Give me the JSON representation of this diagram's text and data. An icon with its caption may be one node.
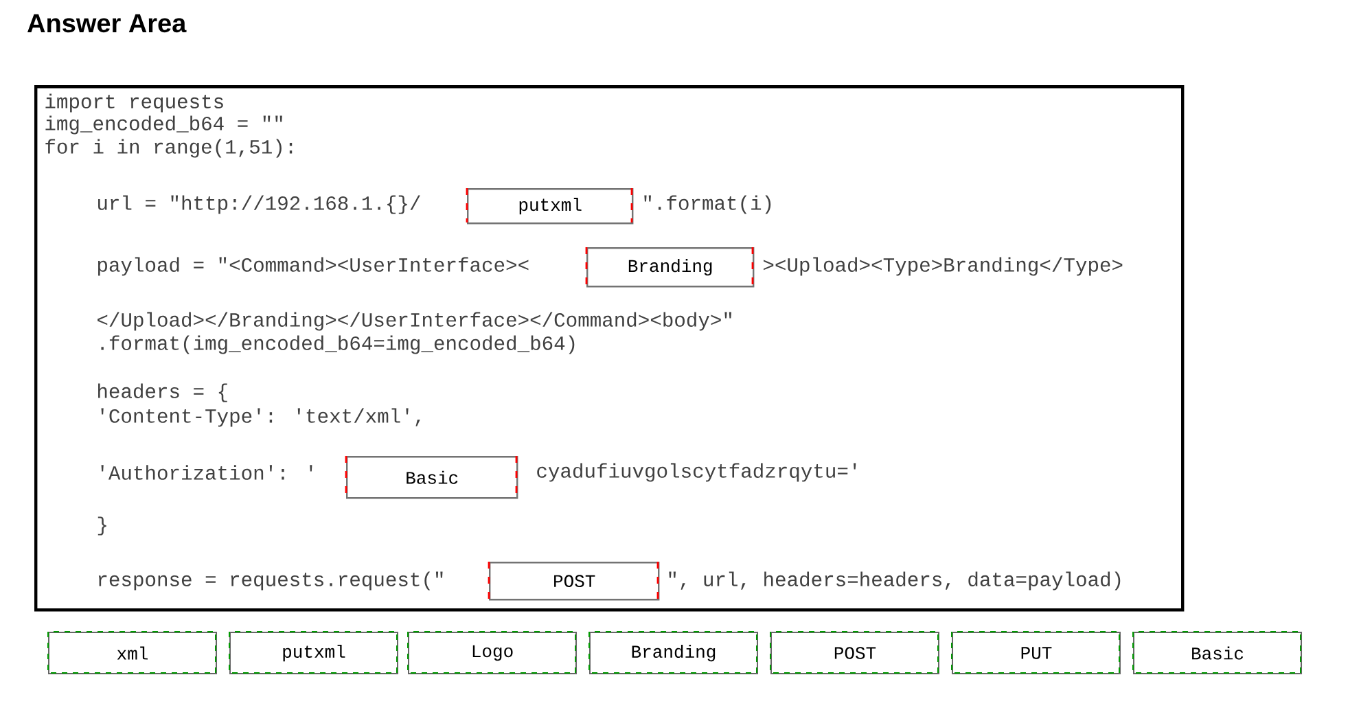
{
  "diagram": {
    "title": "Answer Area",
    "nodes": [
      {
        "text": [
          "import requests",
          "img_encoded_b64 = \"\"",
          "for i in range(1,51):",
          "url = \"http://192.168.1.{}/",
          "\".format(i)",
          "payload = \"<Command><UserInterface><",
          "><Upload><Type>Branding</Type>",
          "</Upload></Branding></UserInterface></Command><body>\"",
          ".format(img_encoded_b64=img_encoded_b64)",
          "headers = {",
          "'Content-Type': 'text/xml',",
          "'Authorization': '",
          "cyadufiuvgolscytfadzrqytu='",
          "}",
          "response = requests.request(\"",
          "\", url, headers=headers, data=payload)"
        ]
      },
      {
        "text": [
          "putxml"
        ],
        "in": 0
      },
      {
        "text": [
          "Branding"
        ],
        "in": 0
      },
      {
        "text": [
          "Basic"
        ],
        "in": 0
      },
      {
        "text": [
          "POST"
        ],
        "in": 0
      },
      {
        "text": [
          "xml"
        ]
      },
      {
        "text": [
          "putxml"
        ]
      },
      {
        "text": [
          "Logo"
        ]
      },
      {
        "text": [
          "Branding"
        ]
      },
      {
        "text": [
          "POST"
        ]
      },
      {
        "text": [
          "PUT"
        ]
      },
      {
        "text": [
          "Basic"
        ]
      }
    ]
  }
}
